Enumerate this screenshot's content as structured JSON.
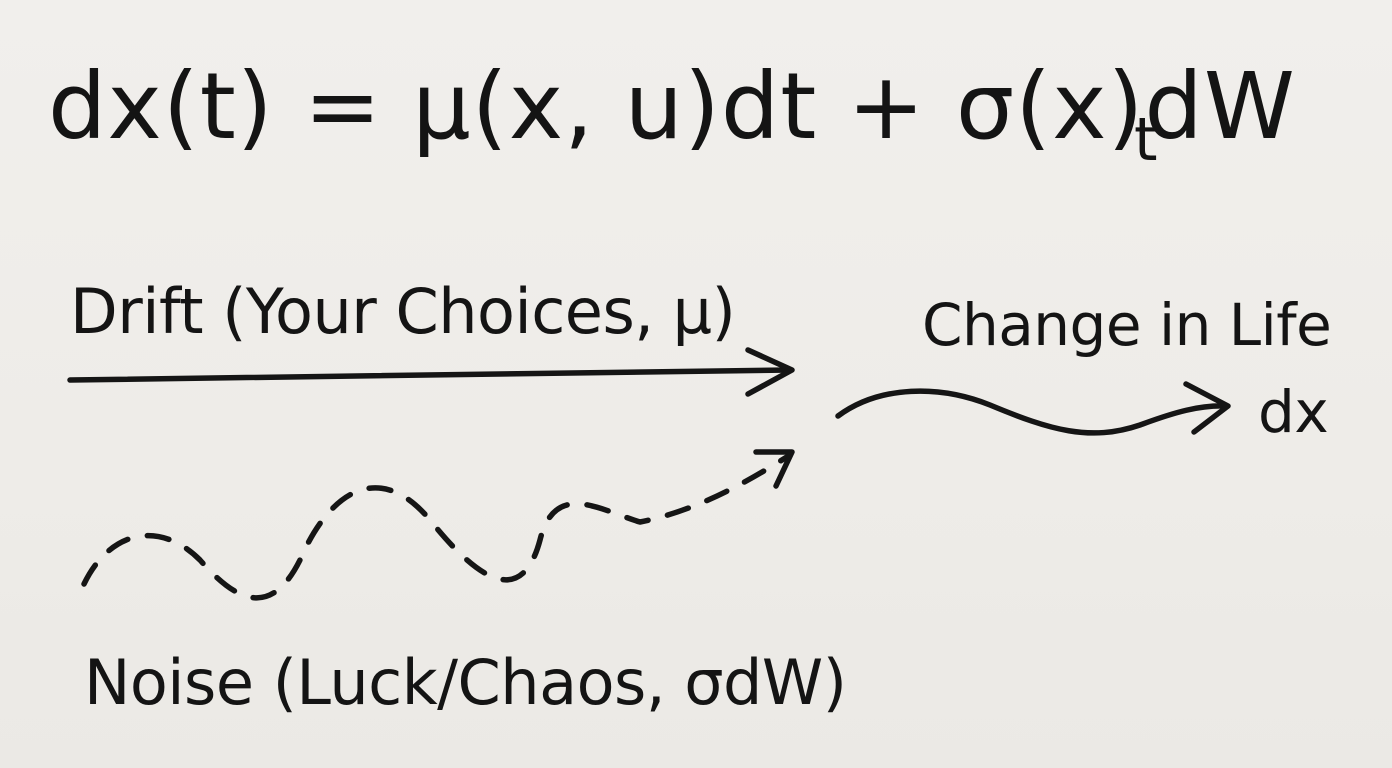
{
  "equation": {
    "main": "dx(t) = μ(x, u)dt + σ(x)dW",
    "subscript": "t"
  },
  "drift_label": "Drift (Your Choices, μ)",
  "noise_label": "Noise (Luck/Chaos, σdW)",
  "result_label": {
    "line1": "Change in Life",
    "line2": "dx"
  },
  "colors": {
    "board": "#efedea",
    "ink": "#141414"
  }
}
